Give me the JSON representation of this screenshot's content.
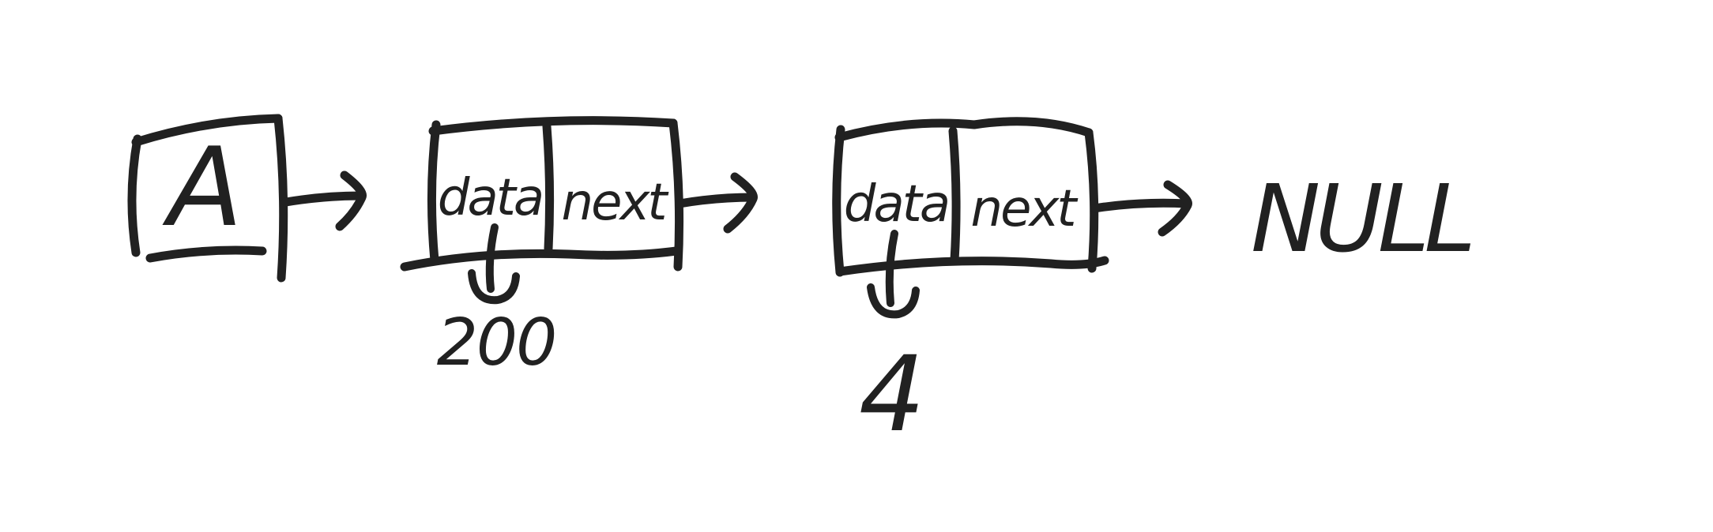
{
  "diagram": {
    "kind": "singly-linked-list-hand-sketch",
    "ink_color": "#212121",
    "background_color": "#ffffff",
    "head": {
      "label": "A"
    },
    "nodes": [
      {
        "data_label": "data",
        "next_label": "next",
        "value": "200"
      },
      {
        "data_label": "data",
        "next_label": "next",
        "value": "4"
      }
    ],
    "terminator": "NULL"
  }
}
